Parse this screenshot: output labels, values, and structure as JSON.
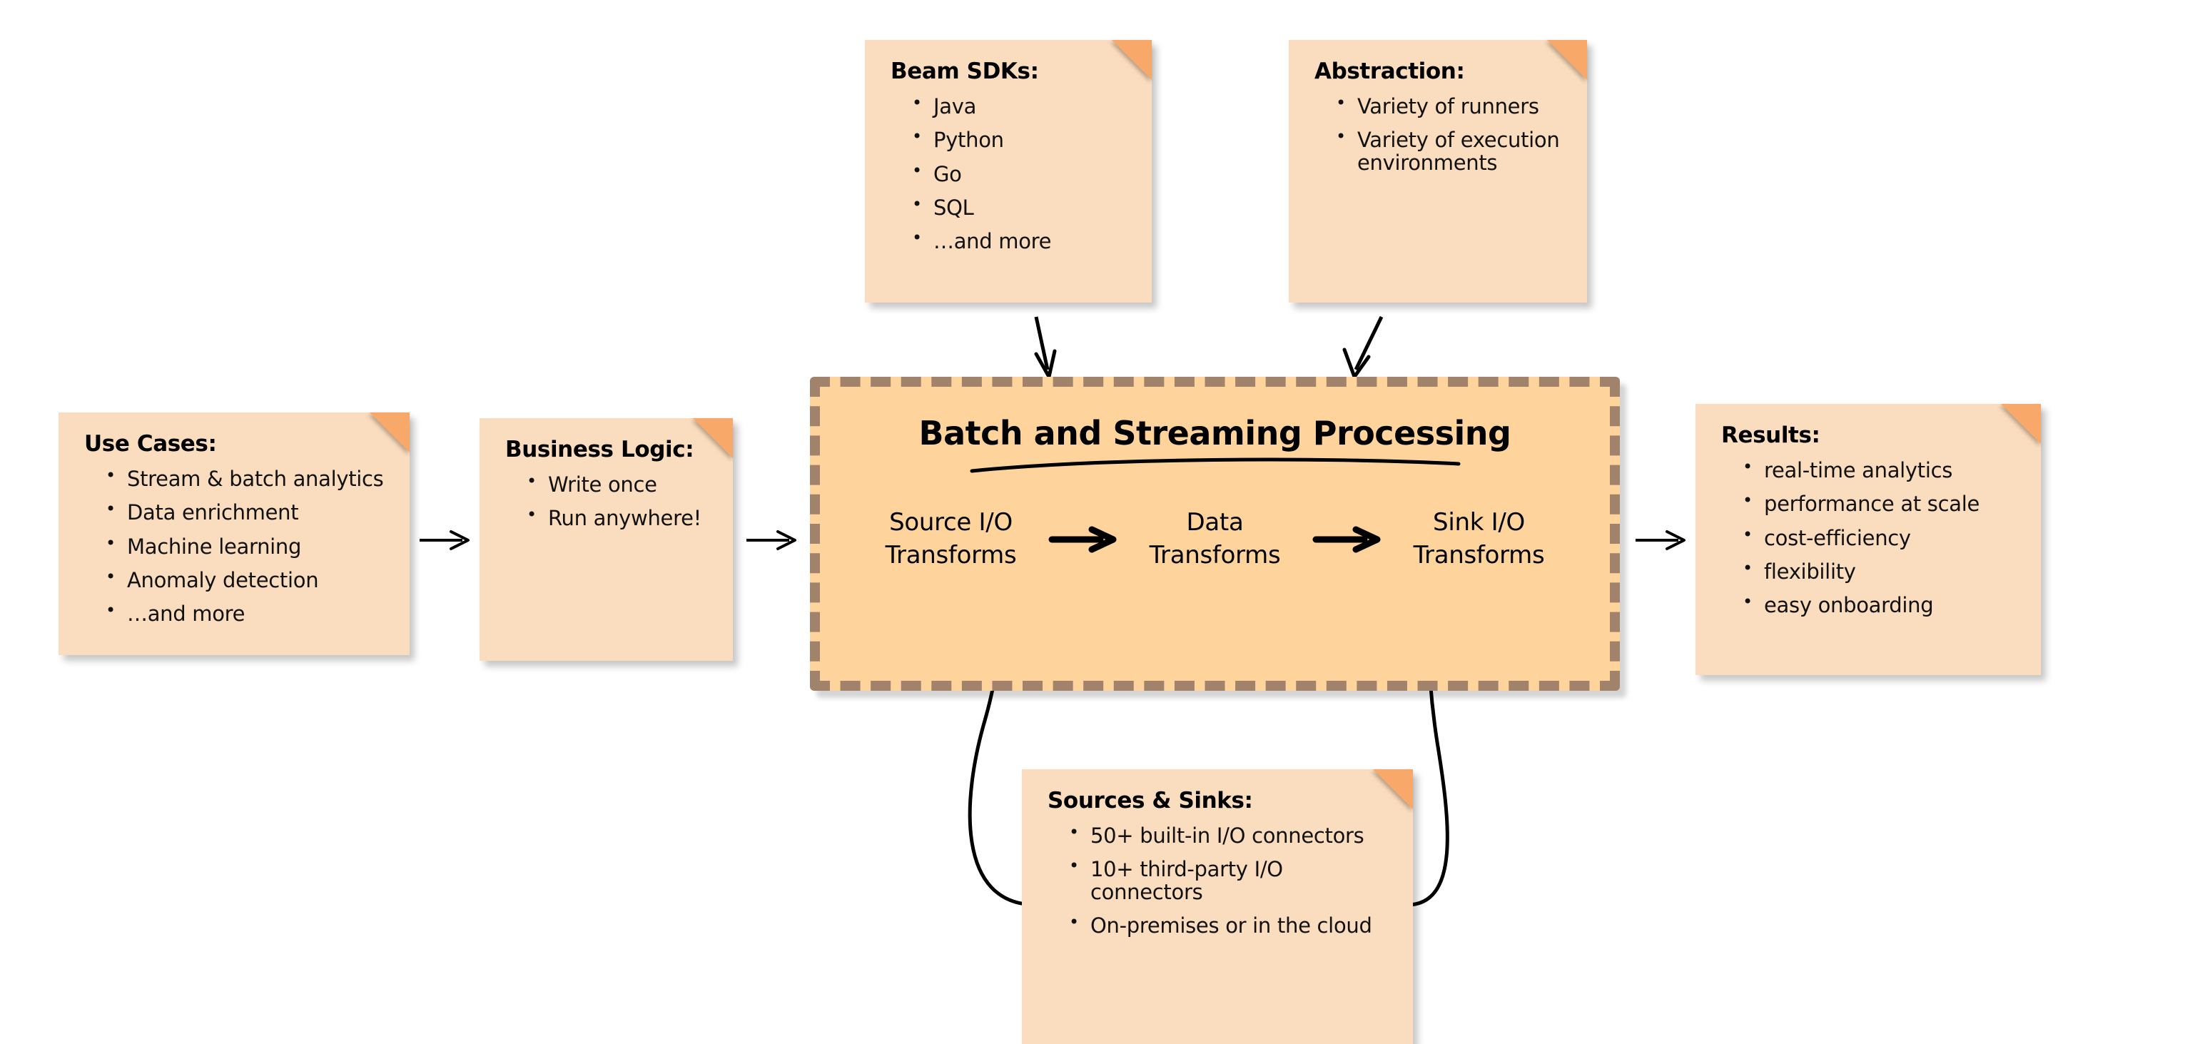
{
  "diagram": {
    "title": "Apache Beam batch and streaming processing overview",
    "colors": {
      "note_fill": "#FADCBE",
      "note_fold": "#F8A868",
      "main_box_fill": "#FED39C",
      "main_box_border": "#A1826B",
      "text": "#000000",
      "background": "#FFFFFF"
    }
  },
  "notes": {
    "use_cases": {
      "title": "Use Cases:",
      "items": [
        "Stream & batch analytics",
        "Data enrichment",
        "Machine learning",
        "Anomaly detection",
        "…and more"
      ]
    },
    "business_logic": {
      "title": "Business Logic:",
      "items": [
        "Write once",
        "Run anywhere!"
      ]
    },
    "beam_sdks": {
      "title": "Beam SDKs:",
      "items": [
        "Java",
        "Python",
        "Go",
        "SQL",
        "…and more"
      ]
    },
    "abstraction": {
      "title": "Abstraction:",
      "items": [
        "Variety of runners",
        "Variety of execution environments"
      ]
    },
    "results": {
      "title": "Results:",
      "items": [
        "real-time analytics",
        "performance at scale",
        "cost-efficiency",
        "flexibility",
        "easy onboarding"
      ]
    },
    "sources_sinks": {
      "title": "Sources & Sinks:",
      "items": [
        "50+ built-in I/O connectors",
        "10+ third-party I/O connectors",
        "On-premises or in the cloud"
      ]
    }
  },
  "main_box": {
    "title": "Batch and Streaming Processing",
    "stages": [
      {
        "label": "Source I/O\nTransforms"
      },
      {
        "label": "Data\nTransforms"
      },
      {
        "label": "Sink I/O\nTransforms"
      }
    ]
  }
}
